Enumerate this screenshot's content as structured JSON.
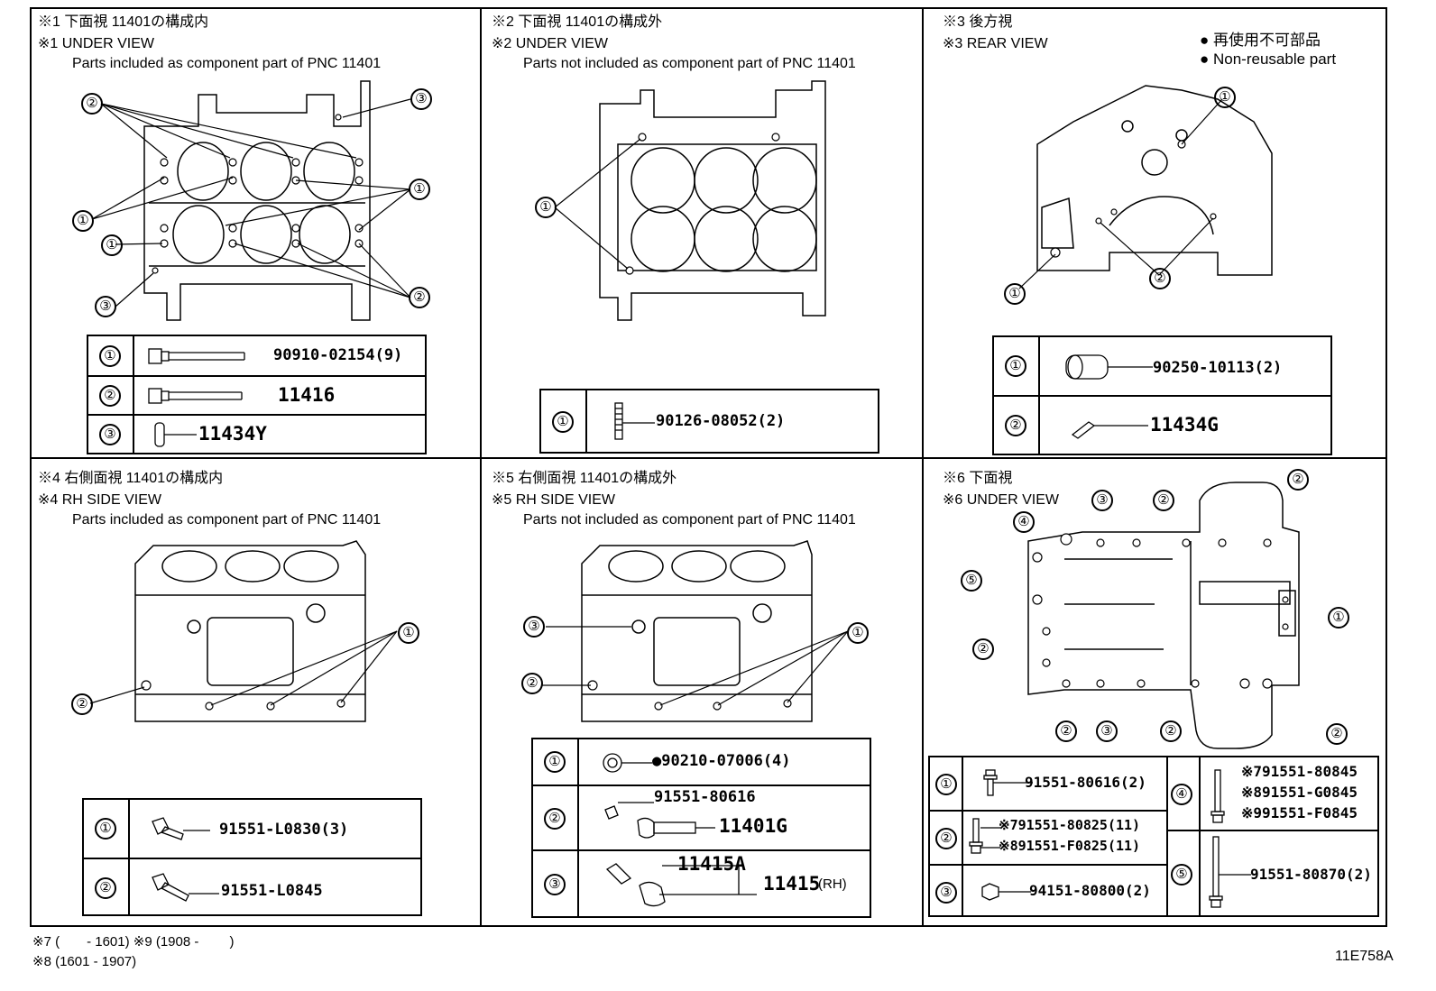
{
  "panels": [
    {
      "jp": "※1 下面視 11401の構成内",
      "en": "※1 UNDER VIEW",
      "desc": "Parts included as component part of PNC 11401",
      "parts": [
        {
          "n": "①",
          "pn": "90910-02154(9)"
        },
        {
          "n": "②",
          "pn": "11416"
        },
        {
          "n": "③",
          "pn": "11434Y"
        }
      ]
    },
    {
      "jp": "※2 下面視 11401の構成外",
      "en": "※2 UNDER VIEW",
      "desc": "Parts not included as component part of PNC 11401",
      "parts": [
        {
          "n": "①",
          "pn": "90126-08052(2)"
        }
      ]
    },
    {
      "jp": "※3 後方視",
      "en": "※3 REAR VIEW",
      "parts": [
        {
          "n": "①",
          "pn": "90250-10113(2)"
        },
        {
          "n": "②",
          "pn": "11434G"
        }
      ]
    },
    {
      "jp": "※4 右側面視 11401の構成内",
      "en": "※4 RH SIDE VIEW",
      "desc": "Parts included as component part of PNC 11401",
      "parts": [
        {
          "n": "①",
          "pn": "91551-L0830(3)"
        },
        {
          "n": "②",
          "pn": "91551-L0845"
        }
      ]
    },
    {
      "jp": "※5 右側面視 11401の構成外",
      "en": "※5 RH SIDE VIEW",
      "desc": "Parts not included as component part of PNC 11401",
      "parts": [
        {
          "n": "①",
          "pn": "●90210-07006(4)"
        },
        {
          "n": "②",
          "pn": "91551-80616",
          "pn2": "11401G"
        },
        {
          "n": "③",
          "pn": "11415A",
          "pn2": "11415",
          "pn2_suffix": "(RH)"
        }
      ]
    },
    {
      "jp": "※6 下面視",
      "en": "※6 UNDER VIEW",
      "parts": [
        {
          "n": "①",
          "pn": "91551-80616(2)"
        },
        {
          "n": "②",
          "pn": "※791551-80825(11)",
          "pn2": "※891551-F0825(11)"
        },
        {
          "n": "③",
          "pn": "94151-80800(2)"
        },
        {
          "n": "④",
          "pn": "※791551-80845",
          "pn2": "※891551-G0845",
          "pn3": "※991551-F0845"
        },
        {
          "n": "⑤",
          "pn": "91551-80870(2)"
        }
      ]
    }
  ],
  "legend": {
    "jp": "● 再使用不可部品",
    "en": "● Non-reusable part"
  },
  "footnotes": {
    "line1": "※7 (　　- 1601) ※9 (1908 -　　 )",
    "line2": "※8 (1601 - 1907)"
  },
  "code": "11E758A",
  "callouts": {
    "c1": "①",
    "c2": "②",
    "c3": "③",
    "c4": "④",
    "c5": "⑤"
  }
}
